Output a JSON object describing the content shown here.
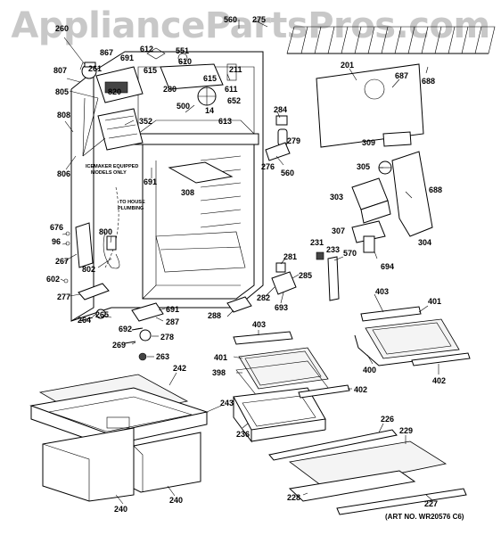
{
  "watermark": "AppliancePartsPros.com",
  "art_number": "(ART NO. WR20576 C6)",
  "notes": {
    "icemaker_line1": "ICEMAKER EQUIPPED",
    "icemaker_line2": "MODELS ONLY",
    "house_line1": "TO HOUSE",
    "house_line2": "PLUMBING"
  },
  "labels": {
    "p560a": "560",
    "p275": "275",
    "p201": "201",
    "p687": "687",
    "p688a": "688",
    "p260": "260",
    "p867": "867",
    "p612": "612",
    "p551": "551",
    "p691a": "691",
    "p610": "610",
    "p615a": "615",
    "p261": "261",
    "p807": "807",
    "p820": "820",
    "p211": "211",
    "p615b": "615",
    "p280": "280",
    "p611": "611",
    "p805": "805",
    "p652": "652",
    "p500": "500",
    "p14": "14",
    "p613": "613",
    "p352": "352",
    "p284": "284",
    "p279": "279",
    "p808": "808",
    "p276": "276",
    "p560b": "560",
    "p309": "309",
    "p305": "305",
    "p806": "806",
    "p691b": "691",
    "p308": "308",
    "p688b": "688",
    "p303": "303",
    "p676": "676",
    "p800": "800",
    "p96": "96",
    "p307": "307",
    "p304": "304",
    "p267": "267",
    "p231": "231",
    "p233": "233",
    "p570": "570",
    "p281": "281",
    "p802": "802",
    "p694": "694",
    "p602": "602",
    "p285": "285",
    "p277": "277",
    "p282": "282",
    "p693": "693",
    "p403a": "403",
    "p691c": "691",
    "p264": "264",
    "p265": "265",
    "p288": "288",
    "p287": "287",
    "p401a": "401",
    "p692": "692",
    "p403b": "403",
    "p278": "278",
    "p400": "400",
    "p269": "269",
    "p401b": "401",
    "p263": "263",
    "p402a": "402",
    "p398": "398",
    "p402b": "402",
    "p242": "242",
    "p243": "243",
    "p236": "236",
    "p226": "226",
    "p229": "229",
    "p228": "228",
    "p240a": "240",
    "p240b": "240",
    "p227": "227"
  }
}
